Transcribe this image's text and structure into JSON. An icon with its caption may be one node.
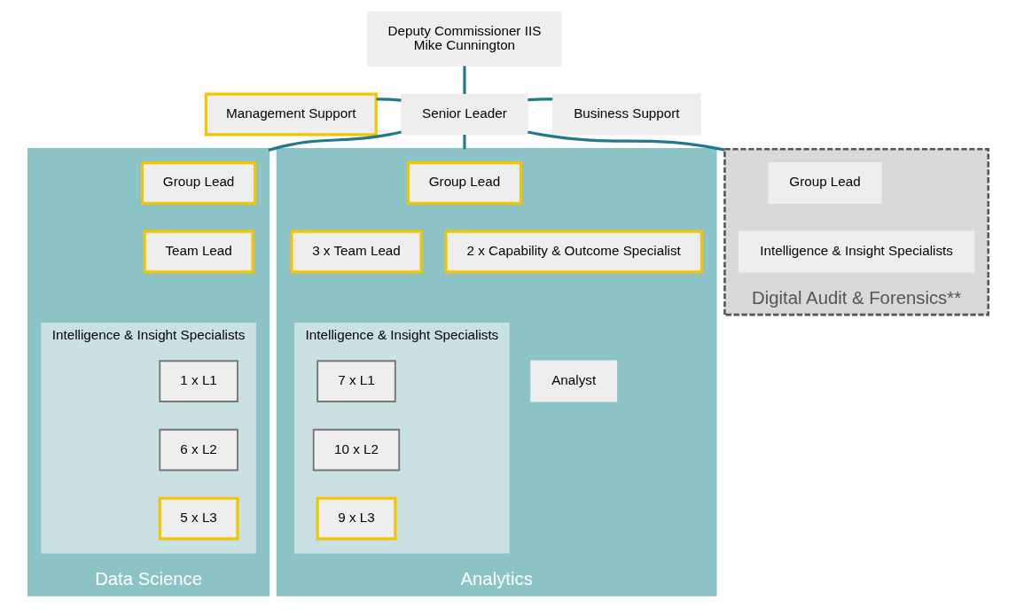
{
  "diagram": {
    "nodes": [
      {
        "text": [
          "Deputy Commissioner IIS",
          "Mike Cunnington"
        ]
      },
      {
        "text": [
          "Management Support"
        ]
      },
      {
        "text": [
          "Senior Leader"
        ]
      },
      {
        "text": [
          "Business Support"
        ]
      },
      {
        "text": [
          "Data Science"
        ]
      },
      {
        "text": [
          "Group Lead"
        ],
        "in": 4
      },
      {
        "text": [
          "Team Lead"
        ],
        "in": 4
      },
      {
        "text": [
          "Intelligence & Insight Specialists"
        ],
        "in": 4
      },
      {
        "text": [
          "1 x L1"
        ],
        "in": 7
      },
      {
        "text": [
          "6 x L2"
        ],
        "in": 7
      },
      {
        "text": [
          "5 x L3"
        ],
        "in": 7
      },
      {
        "text": [
          "Analytics"
        ]
      },
      {
        "text": [
          "Group Lead"
        ],
        "in": 11
      },
      {
        "text": [
          "3 x Team Lead"
        ],
        "in": 11
      },
      {
        "text": [
          "2 x Capability & Outcome Specialist"
        ],
        "in": 11
      },
      {
        "text": [
          "Intelligence & Insight Specialists"
        ],
        "in": 11
      },
      {
        "text": [
          "7 x L1"
        ],
        "in": 15
      },
      {
        "text": [
          "10 x L2"
        ],
        "in": 15
      },
      {
        "text": [
          "9 x L3"
        ],
        "in": 15
      },
      {
        "text": [
          "Analyst"
        ],
        "in": 11
      },
      {
        "text": [
          "Digital Audit & Forensics**"
        ]
      },
      {
        "text": [
          "Group Lead"
        ],
        "in": 20
      },
      {
        "text": [
          "Intelligence & Insight Specialists"
        ],
        "in": 20
      }
    ],
    "edges": [
      {
        "from": 0,
        "to": 2,
        "arrow": "none"
      },
      {
        "from": 2,
        "to": 1,
        "arrow": "none"
      },
      {
        "from": 2,
        "to": 3,
        "arrow": "none"
      },
      {
        "from": 2,
        "to": 4,
        "arrow": "none"
      },
      {
        "from": 2,
        "to": 11,
        "arrow": "none"
      },
      {
        "from": 2,
        "to": 20,
        "arrow": "none"
      }
    ]
  }
}
